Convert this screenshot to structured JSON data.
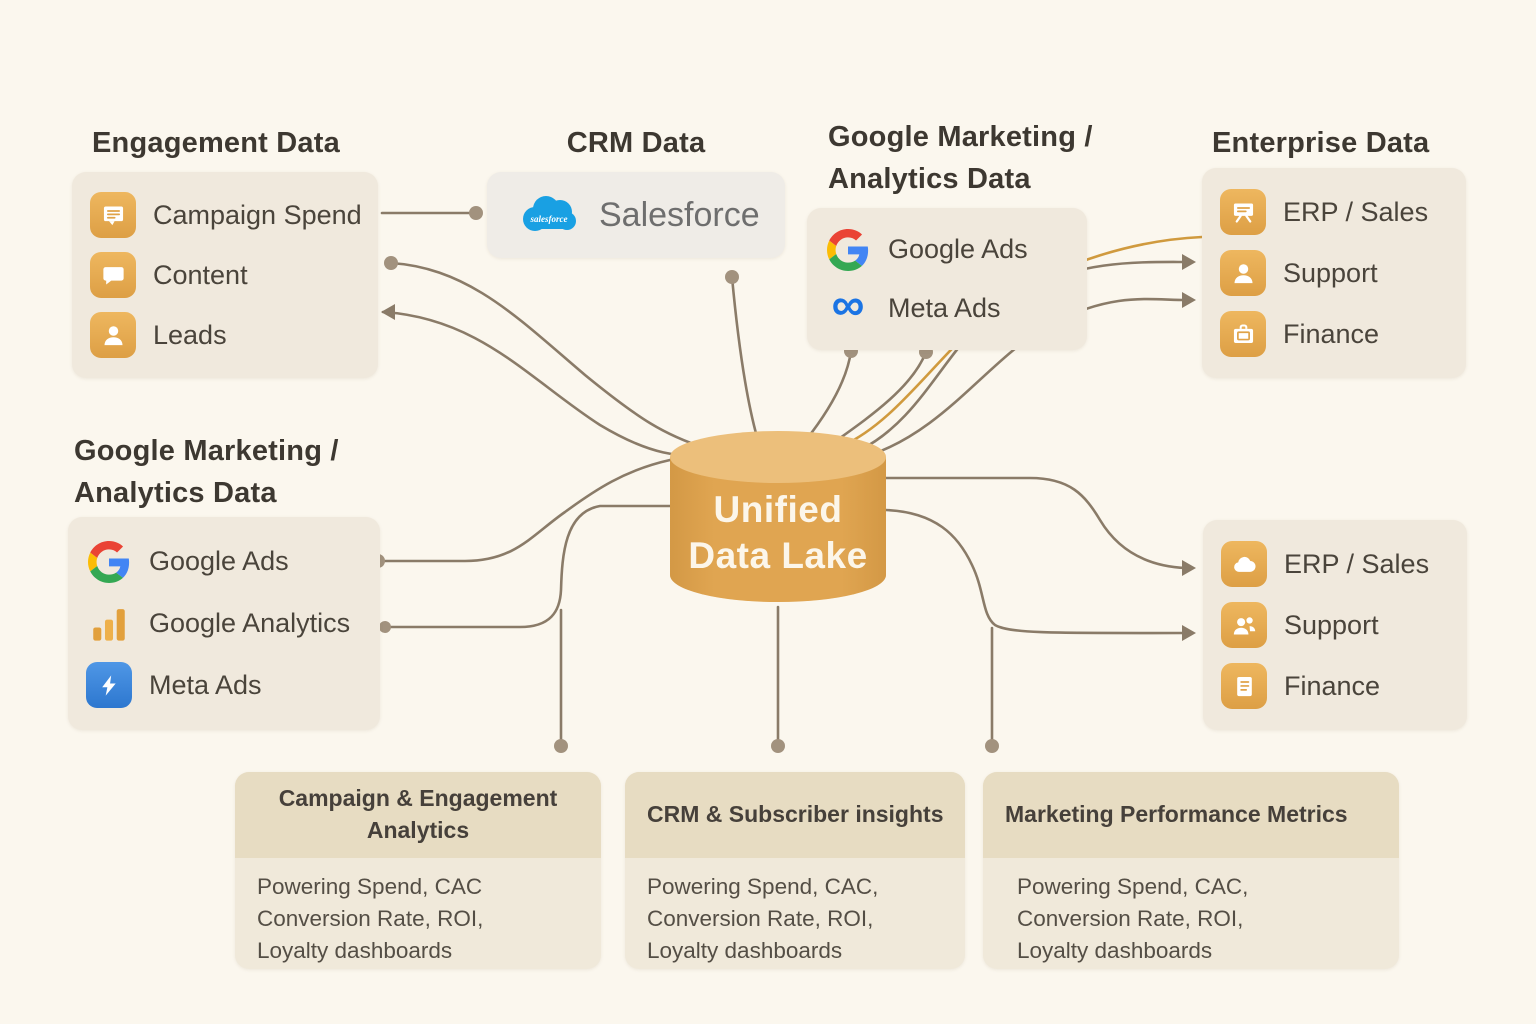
{
  "panels": {
    "engagement": {
      "title": "Engagement Data",
      "items": [
        {
          "label": "Campaign Spend",
          "icon": "campaign-spend-icon"
        },
        {
          "label": "Content",
          "icon": "content-icon"
        },
        {
          "label": "Leads",
          "icon": "leads-icon"
        }
      ]
    },
    "crm": {
      "title": "CRM Data",
      "vendor_label": "Salesforce",
      "vendor_icon": "salesforce-cloud-icon"
    },
    "google_marketing_top": {
      "title_line1": "Google Marketing /",
      "title_line2": "Analytics Data",
      "items": [
        {
          "label": "Google Ads",
          "icon": "google-g-icon"
        },
        {
          "label": "Meta Ads",
          "icon": "meta-infinity-icon"
        }
      ]
    },
    "enterprise": {
      "title": "Enterprise Data",
      "items": [
        {
          "label": "ERP / Sales",
          "icon": "presentation-icon"
        },
        {
          "label": "Support",
          "icon": "person-icon"
        },
        {
          "label": "Finance",
          "icon": "briefcase-icon"
        }
      ]
    },
    "google_marketing_left": {
      "title_line1": "Google Marketing /",
      "title_line2": "Analytics Data",
      "items": [
        {
          "label": "Google Ads",
          "icon": "google-g-icon"
        },
        {
          "label": "Google Analytics",
          "icon": "analytics-bars-icon"
        },
        {
          "label": "Meta Ads",
          "icon": "meta-bolt-icon"
        }
      ]
    },
    "enterprise_right": {
      "items": [
        {
          "label": "ERP / Sales",
          "icon": "cloud-icon"
        },
        {
          "label": "Support",
          "icon": "people-icon"
        },
        {
          "label": "Finance",
          "icon": "ledger-icon"
        }
      ]
    }
  },
  "lake": {
    "line1": "Unified",
    "line2": "Data Lake"
  },
  "outputs": [
    {
      "title": "Campaign & Engagement Analytics",
      "lines": [
        "Powering Spend, CAC",
        "Conversion Rate, ROI,",
        "Loyalty dashboards"
      ]
    },
    {
      "title": "CRM & Subscriber insights",
      "lines": [
        "Powering Spend, CAC,",
        "Conversion Rate, ROI,",
        "Loyalty dashboards"
      ]
    },
    {
      "title": "Marketing Performance Metrics",
      "lines": [
        "Powering Spend, CAC,",
        "Conversion Rate, ROI,",
        "Loyalty dashboards"
      ]
    }
  ],
  "colors": {
    "background": "#fbf7ee",
    "panel": "#f0e9dd",
    "panel_crm": "#efece7",
    "output_header": "#e7dcc2",
    "output_body": "#f0e9da",
    "amber_icon": "#e3a64f",
    "lake_body": "#dca14d",
    "lake_top": "#ecbf7b",
    "connector": "#8a7b68",
    "connector_accent": "#d09a3e",
    "meta_blue": "#1b74e4",
    "salesforce_blue": "#19a0e3",
    "text_dark": "#3d3831",
    "text_label": "#4a443b"
  }
}
